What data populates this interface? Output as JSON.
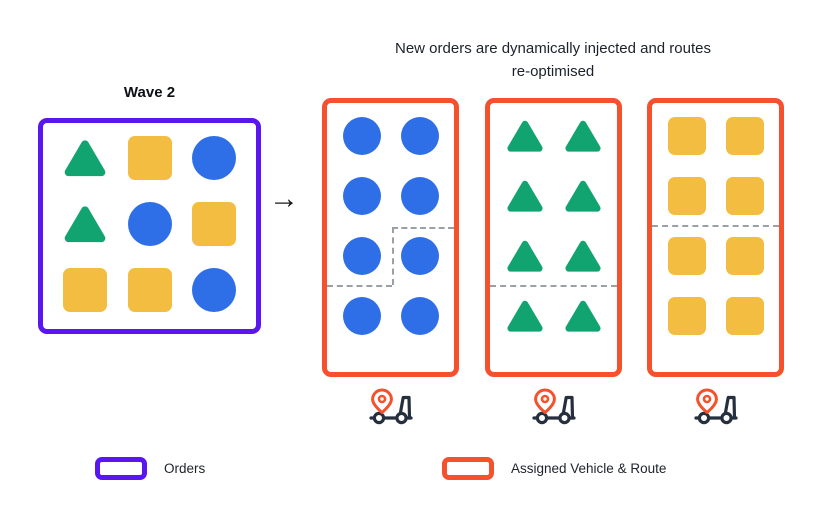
{
  "title": "New orders are dynamically injected and routes re-optimised",
  "arrow_glyph": "→",
  "wave": {
    "label": "Wave 2",
    "shapes": [
      "triangle",
      "square",
      "circle",
      "triangle",
      "circle",
      "square",
      "square",
      "square",
      "circle"
    ]
  },
  "vehicle_boxes": [
    {
      "shape": "circle",
      "count": 8,
      "divider": "step"
    },
    {
      "shape": "triangle",
      "count": 8,
      "divider": "after-row-3"
    },
    {
      "shape": "square",
      "count": 8,
      "divider": "after-row-2"
    }
  ],
  "legend": {
    "orders_label": "Orders",
    "vehicle_label": "Assigned Vehicle & Route"
  },
  "colors": {
    "orders_border": "#5a16f0",
    "vehicle_border": "#f4512c",
    "circle": "#2e6fe8",
    "triangle": "#12a470",
    "square": "#f3bd41",
    "truck": "#252f3d",
    "pin": "#f4512c",
    "divider": "#9aa0a6"
  }
}
